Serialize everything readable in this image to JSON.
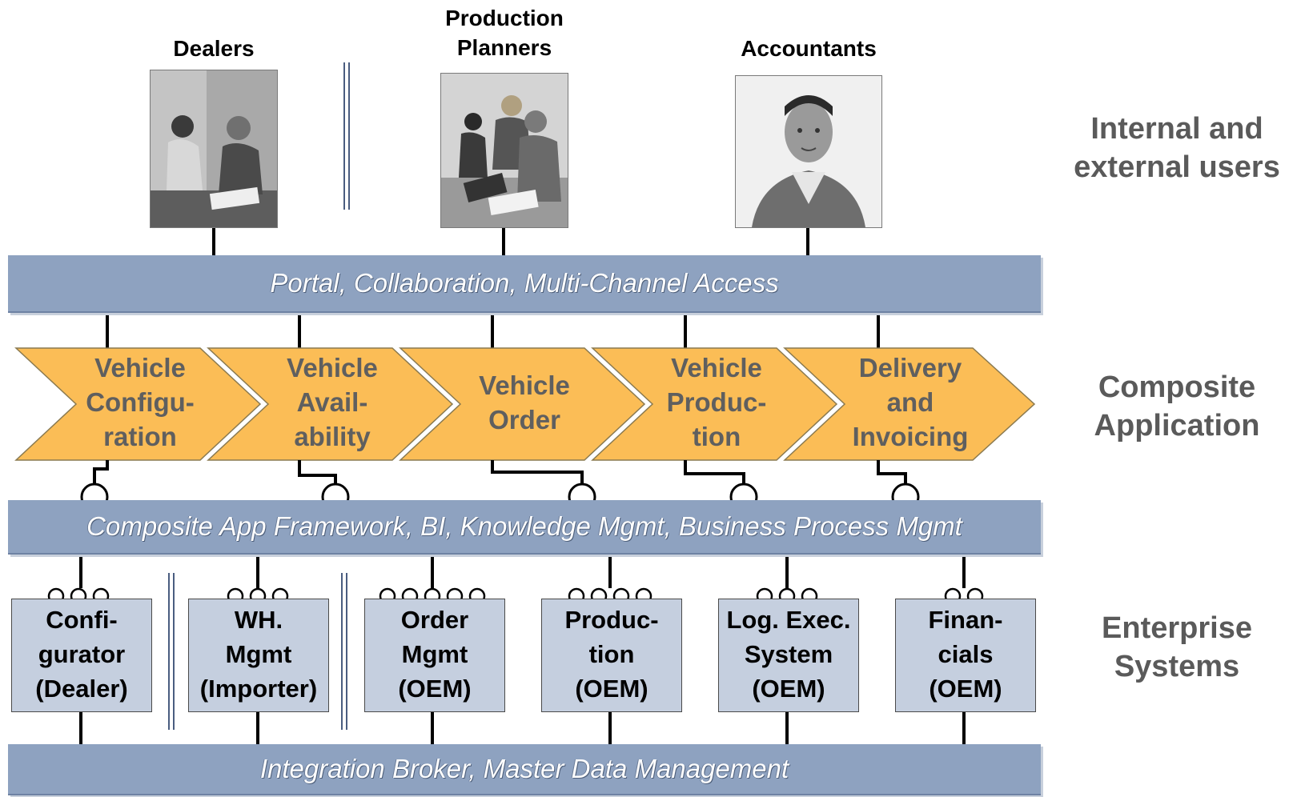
{
  "users": [
    {
      "label": "Dealers",
      "photo_icon": "dealers-photo"
    },
    {
      "label": "Production\nPlanners",
      "photo_icon": "planners-photo"
    },
    {
      "label": "Accountants",
      "photo_icon": "accountant-photo"
    }
  ],
  "layers": {
    "users": "Internal and\nexternal users",
    "composite": "Composite\nApplication",
    "enterprise": "Enterprise\nSystems"
  },
  "bars": {
    "portal": "Portal, Collaboration, Multi-Channel Access",
    "framework": "Composite App Framework, BI, Knowledge Mgmt, Business Process Mgmt",
    "integration": "Integration Broker, Master Data Management"
  },
  "process_steps": [
    "Vehicle\nConfigu-\nration",
    "Vehicle\nAvail-\nability",
    "Vehicle\nOrder",
    "Vehicle\nProduc-\ntion",
    "Delivery\nand\nInvoicing"
  ],
  "systems": [
    "Confi-\ngurator\n(Dealer)",
    "WH.\nMgmt\n(Importer)",
    "Order\nMgmt\n(OEM)",
    "Produc-\ntion\n(OEM)",
    "Log. Exec.\nSystem\n(OEM)",
    "Finan-\ncials\n(OEM)"
  ],
  "colors": {
    "bar": "#8ea2c0",
    "chevron": "#fbbd56",
    "composite_bg": "#eeeed0",
    "system_box": "#c5cfdf"
  }
}
